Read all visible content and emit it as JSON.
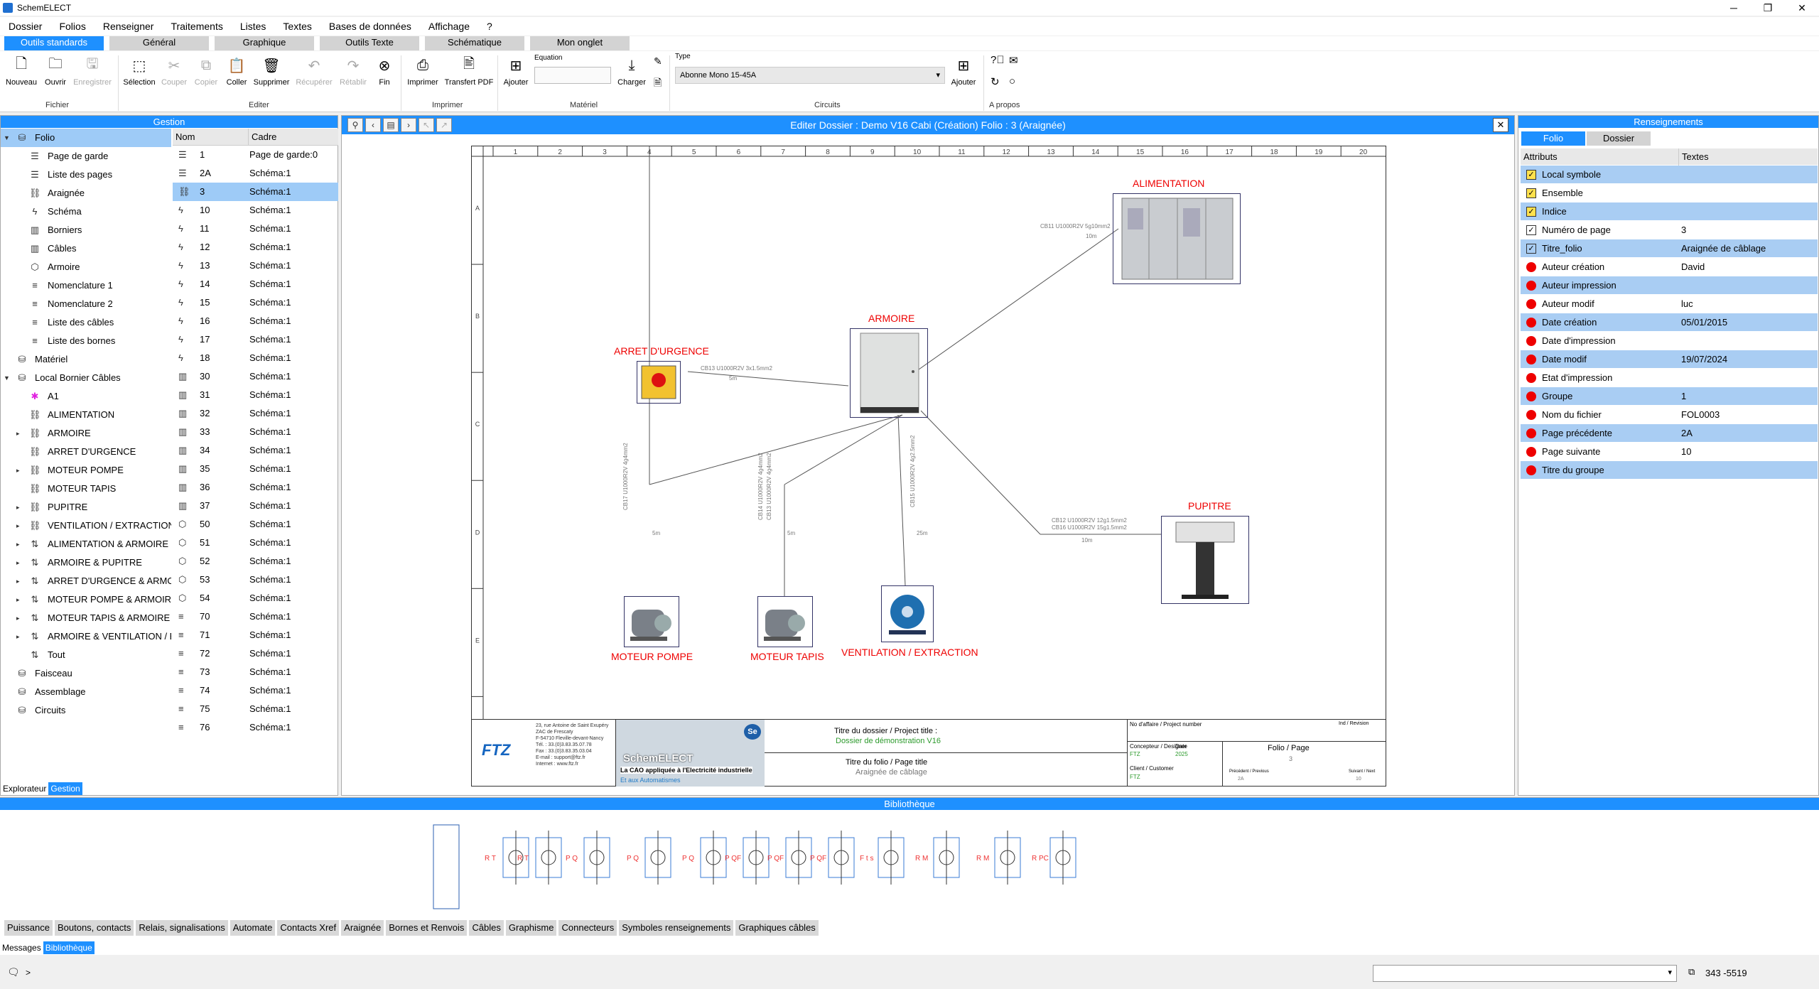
{
  "app": {
    "title": "SchemELECT"
  },
  "menu": [
    "Dossier",
    "Folios",
    "Renseigner",
    "Traitements",
    "Listes",
    "Textes",
    "Bases de données",
    "Affichage",
    "?"
  ],
  "ribbon_tabs": [
    "Outils standards",
    "Général",
    "Graphique",
    "Outils Texte",
    "Schématique",
    "Mon onglet"
  ],
  "ribbon": {
    "buttons": [
      "Nouveau",
      "Ouvrir",
      "Enregistrer",
      "Sélection",
      "Couper",
      "Copier",
      "Coller",
      "Supprimer",
      "Récupérer",
      "Rétablir",
      "Fin",
      "Imprimer",
      "Transfert PDF",
      "Ajouter",
      "Charger",
      "Ajouter"
    ],
    "groups": [
      "Fichier",
      "Editer",
      "Imprimer",
      "Matériel",
      "Circuits",
      "A propos"
    ],
    "equation_label": "Equation",
    "type_label": "Type",
    "type_value": "Abonne Mono 15-45A"
  },
  "gestion": {
    "title": "Gestion",
    "tree": [
      {
        "label": "Folio",
        "icon": "database-icon",
        "lvl": 0,
        "exp": "▼",
        "sel": true
      },
      {
        "label": "Page de garde",
        "icon": "list-icon",
        "lvl": 1
      },
      {
        "label": "Liste des pages",
        "icon": "list-icon",
        "lvl": 1
      },
      {
        "label": "Araignée",
        "icon": "network-icon",
        "lvl": 1
      },
      {
        "label": "Schéma",
        "icon": "bolt-icon",
        "lvl": 1
      },
      {
        "label": "Borniers",
        "icon": "terminal-icon",
        "lvl": 1
      },
      {
        "label": "Câbles",
        "icon": "terminal-icon",
        "lvl": 1
      },
      {
        "label": "Armoire",
        "icon": "cube-icon",
        "lvl": 1
      },
      {
        "label": "Nomenclature 1",
        "icon": "lines-icon",
        "lvl": 1
      },
      {
        "label": "Nomenclature 2",
        "icon": "lines-icon",
        "lvl": 1
      },
      {
        "label": "Liste des câbles",
        "icon": "lines-icon",
        "lvl": 1
      },
      {
        "label": "Liste des bornes",
        "icon": "lines-icon",
        "lvl": 1
      },
      {
        "label": "Matériel",
        "icon": "database-icon",
        "lvl": 0
      },
      {
        "label": "Local Bornier Câbles",
        "icon": "database-icon",
        "lvl": 0,
        "exp": "▼"
      },
      {
        "label": "A1",
        "icon": "gear-icon",
        "lvl": 1
      },
      {
        "label": "ALIMENTATION",
        "icon": "network-icon",
        "lvl": 1
      },
      {
        "label": "ARMOIRE",
        "icon": "network-icon",
        "lvl": 1,
        "exp": "▸"
      },
      {
        "label": "ARRET D'URGENCE",
        "icon": "network-icon",
        "lvl": 1
      },
      {
        "label": "MOTEUR POMPE",
        "icon": "network-icon",
        "lvl": 1,
        "exp": "▸"
      },
      {
        "label": "MOTEUR TAPIS",
        "icon": "network-icon",
        "lvl": 1
      },
      {
        "label": "PUPITRE",
        "icon": "network-icon",
        "lvl": 1,
        "exp": "▸"
      },
      {
        "label": "VENTILATION / EXTRACTION",
        "icon": "network-icon",
        "lvl": 1,
        "exp": "▸"
      },
      {
        "label": "ALIMENTATION & ARMOIRE",
        "icon": "link-icon",
        "lvl": 1,
        "exp": "▸"
      },
      {
        "label": "ARMOIRE & PUPITRE",
        "icon": "link-icon",
        "lvl": 1,
        "exp": "▸"
      },
      {
        "label": "ARRET D'URGENCE & ARMOI",
        "icon": "link-icon",
        "lvl": 1,
        "exp": "▸"
      },
      {
        "label": "MOTEUR POMPE & ARMOIRE",
        "icon": "link-icon",
        "lvl": 1,
        "exp": "▸"
      },
      {
        "label": "MOTEUR TAPIS & ARMOIRE",
        "icon": "link-icon",
        "lvl": 1,
        "exp": "▸"
      },
      {
        "label": "ARMOIRE & VENTILATION / E",
        "icon": "link-icon",
        "lvl": 1,
        "exp": "▸"
      },
      {
        "label": "Tout",
        "icon": "link-icon",
        "lvl": 1
      },
      {
        "label": "Faisceau",
        "icon": "database-icon",
        "lvl": 0
      },
      {
        "label": "Assemblage",
        "icon": "database-icon",
        "lvl": 0
      },
      {
        "label": "Circuits",
        "icon": "database-icon",
        "lvl": 0
      }
    ],
    "list_headers": [
      "Nom",
      "Cadre"
    ],
    "list": [
      {
        "nom": "1",
        "cadre": "Page de garde:0",
        "icon": "list-icon"
      },
      {
        "nom": "2A",
        "cadre": "Schéma:1",
        "icon": "list-icon"
      },
      {
        "nom": "3",
        "cadre": "Schéma:1",
        "icon": "network-icon",
        "sel": true
      },
      {
        "nom": "10",
        "cadre": "Schéma:1",
        "icon": "bolt-icon"
      },
      {
        "nom": "11",
        "cadre": "Schéma:1",
        "icon": "bolt-icon"
      },
      {
        "nom": "12",
        "cadre": "Schéma:1",
        "icon": "bolt-icon"
      },
      {
        "nom": "13",
        "cadre": "Schéma:1",
        "icon": "bolt-icon"
      },
      {
        "nom": "14",
        "cadre": "Schéma:1",
        "icon": "bolt-icon"
      },
      {
        "nom": "15",
        "cadre": "Schéma:1",
        "icon": "bolt-icon"
      },
      {
        "nom": "16",
        "cadre": "Schéma:1",
        "icon": "bolt-icon"
      },
      {
        "nom": "17",
        "cadre": "Schéma:1",
        "icon": "bolt-icon"
      },
      {
        "nom": "18",
        "cadre": "Schéma:1",
        "icon": "bolt-icon"
      },
      {
        "nom": "30",
        "cadre": "Schéma:1",
        "icon": "terminal-icon"
      },
      {
        "nom": "31",
        "cadre": "Schéma:1",
        "icon": "terminal-icon"
      },
      {
        "nom": "32",
        "cadre": "Schéma:1",
        "icon": "terminal-icon"
      },
      {
        "nom": "33",
        "cadre": "Schéma:1",
        "icon": "terminal-icon"
      },
      {
        "nom": "34",
        "cadre": "Schéma:1",
        "icon": "terminal-icon"
      },
      {
        "nom": "35",
        "cadre": "Schéma:1",
        "icon": "terminal-icon"
      },
      {
        "nom": "36",
        "cadre": "Schéma:1",
        "icon": "terminal-icon"
      },
      {
        "nom": "37",
        "cadre": "Schéma:1",
        "icon": "terminal-icon"
      },
      {
        "nom": "50",
        "cadre": "Schéma:1",
        "icon": "cube-icon"
      },
      {
        "nom": "51",
        "cadre": "Schéma:1",
        "icon": "cube-icon"
      },
      {
        "nom": "52",
        "cadre": "Schéma:1",
        "icon": "cube-icon"
      },
      {
        "nom": "53",
        "cadre": "Schéma:1",
        "icon": "cube-icon"
      },
      {
        "nom": "54",
        "cadre": "Schéma:1",
        "icon": "cube-icon"
      },
      {
        "nom": "70",
        "cadre": "Schéma:1",
        "icon": "lines-icon"
      },
      {
        "nom": "71",
        "cadre": "Schéma:1",
        "icon": "lines-icon"
      },
      {
        "nom": "72",
        "cadre": "Schéma:1",
        "icon": "lines-icon"
      },
      {
        "nom": "73",
        "cadre": "Schéma:1",
        "icon": "lines-icon"
      },
      {
        "nom": "74",
        "cadre": "Schéma:1",
        "icon": "lines-icon"
      },
      {
        "nom": "75",
        "cadre": "Schéma:1",
        "icon": "lines-icon"
      },
      {
        "nom": "76",
        "cadre": "Schéma:1",
        "icon": "lines-icon"
      }
    ],
    "tabs": [
      "Explorateur",
      "Gestion"
    ]
  },
  "editor": {
    "title": "Editer  Dossier : Demo V16 Cabi  (Création)  Folio : 3  (Araignée)",
    "col_labels": [
      "1",
      "2",
      "3",
      "4",
      "5",
      "6",
      "7",
      "8",
      "9",
      "10",
      "11",
      "12",
      "13",
      "14",
      "15",
      "16",
      "17",
      "18",
      "19",
      "20"
    ],
    "row_labels": [
      "A",
      "B",
      "C",
      "D",
      "E"
    ],
    "components": {
      "alimentation": "ALIMENTATION",
      "armoire": "ARMOIRE",
      "arret": "ARRET D'URGENCE",
      "pupitre": "PUPITRE",
      "moteur_pompe": "MOTEUR POMPE",
      "moteur_tapis": "MOTEUR TAPIS",
      "ventilation": "VENTILATION / EXTRACTION"
    },
    "cables": {
      "c1": "CB11 U1000R2V 5g10mm2",
      "c1len": "10m",
      "c2": "CB13 U1000R2V 3x1.5mm2",
      "c2len": "5m",
      "c3a": "CB12 U1000R2V 12g1.5mm2",
      "c3b": "CB16 U1000R2V 15g1.5mm2",
      "c3len": "10m",
      "c4": "CB17 U1000R2V 4g4mm2",
      "c4len": "5m",
      "c5a": "CB14 U1000R2V 4g4mm2",
      "c5b": "CB13 U1000R2V 4g4mm2",
      "c5len": "5m",
      "c6": "CB15 U1000R2V 4g2.5mm2",
      "c6len": "25m"
    },
    "cartouche": {
      "company": "FTZ",
      "address": [
        "23, rue Antoine de Saint Exupéry",
        "ZAC de Frescaty",
        "F-54710 Fleville-devant-Nancy",
        "Tél. : 33.(0)3.83.35.07.78",
        "Fax : 33.(0)3.83.35.03.04",
        "E-mail : support@ftz.fr",
        "Internet : www.ftz.fr"
      ],
      "brand": "SchemELECT",
      "tag": "La CAO appliquée à l'Electricité industrielle",
      "tag2": "Et aux Automatismes",
      "se": "Se",
      "dossier_label": "Titre du dossier / Project title :",
      "dossier_value": "Dossier de démonstration V16",
      "folio_label": "Titre du folio / Page title",
      "folio_value": "Araignée de câblage",
      "affaire": "No d'affaire / Project number",
      "indrev": "Ind / Revision",
      "concepteur": "Concepteur / Designer",
      "concepteur_val": "FTZ",
      "date": "Date",
      "date_val": "2025",
      "client": "Client / Customer",
      "client_val": "FTZ",
      "foliopage": "Folio / Page",
      "foliopage_val": "3",
      "prec": "Précédent / Previous",
      "prec_val": "2A",
      "suiv": "Suivant / Next",
      "suiv_val": "10"
    }
  },
  "renseignements": {
    "title": "Renseignements",
    "tabs": [
      "Folio",
      "Dossier"
    ],
    "headers": [
      "Attributs",
      "Textes"
    ],
    "rows": [
      {
        "attr": "Local symbole",
        "val": "",
        "mark": "checky",
        "hl": true
      },
      {
        "attr": "Ensemble",
        "val": "",
        "mark": "checky",
        "hl": false
      },
      {
        "attr": "Indice",
        "val": "",
        "mark": "checky",
        "hl": true
      },
      {
        "attr": "Numéro de page",
        "val": "3",
        "mark": "check",
        "hl": false
      },
      {
        "attr": "Titre_folio",
        "val": "Araignée de câblage",
        "mark": "check",
        "hl": true
      },
      {
        "attr": "Auteur création",
        "val": "David",
        "mark": "dot",
        "hl": false
      },
      {
        "attr": "Auteur impression",
        "val": "",
        "mark": "dot",
        "hl": true
      },
      {
        "attr": "Auteur modif",
        "val": "luc",
        "mark": "dot",
        "hl": false
      },
      {
        "attr": "Date création",
        "val": "05/01/2015",
        "mark": "dot",
        "hl": true
      },
      {
        "attr": "Date d'impression",
        "val": "",
        "mark": "dot",
        "hl": false
      },
      {
        "attr": "Date modif",
        "val": "19/07/2024",
        "mark": "dot",
        "hl": true
      },
      {
        "attr": "Etat d'impression",
        "val": "",
        "mark": "dot",
        "hl": false
      },
      {
        "attr": "Groupe",
        "val": "1",
        "mark": "dot",
        "hl": true
      },
      {
        "attr": "Nom du fichier",
        "val": "FOL0003",
        "mark": "dot",
        "hl": false
      },
      {
        "attr": "Page précédente",
        "val": "2A",
        "mark": "dot",
        "hl": true
      },
      {
        "attr": "Page suivante",
        "val": "10",
        "mark": "dot",
        "hl": false
      },
      {
        "attr": "Titre du groupe",
        "val": "",
        "mark": "dot",
        "hl": true
      }
    ]
  },
  "bibliotheque": {
    "title": "Bibliothèque",
    "symbol_labels": [
      "R T",
      "R T",
      "P Q",
      "P Q",
      "P Q",
      "P QF",
      "P QF",
      "P QF",
      "F t s",
      "R M",
      "R M",
      "R PC"
    ],
    "tabs": [
      "Puissance",
      "Boutons, contacts",
      "Relais, signalisations",
      "Automate",
      "Contacts Xref",
      "Araignée",
      "Bornes et Renvois",
      "Câbles",
      "Graphisme",
      "Connecteurs",
      "Symboles renseignements",
      "Graphiques câbles"
    ]
  },
  "msgtabs": [
    "Messages",
    "Bibliothèque"
  ],
  "status": {
    "prompt": ">",
    "coords": "343  -5519"
  }
}
